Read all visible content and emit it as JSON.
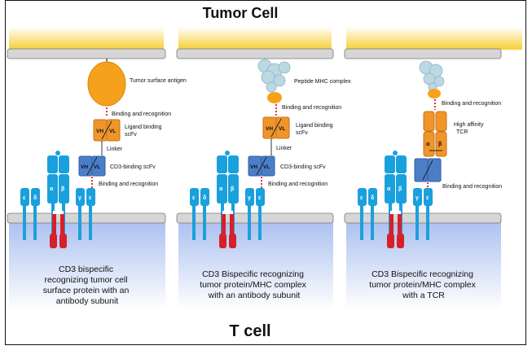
{
  "titles": {
    "tumor_cell": "Tumor Cell",
    "t_cell": "T cell"
  },
  "panels": [
    {
      "labels": {
        "antigen": "Tumor surface antigen",
        "binding_top": "Binding and recognition",
        "ligand_1": "Ligand binding",
        "ligand_2": "scFv",
        "linker": "Linker",
        "cd3_scfv": "CD3-binding scFv",
        "binding_bottom": "Binding and recognition"
      },
      "description": [
        "CD3 bispecific",
        "recognizing tumor cell",
        "surface protein with an",
        "antibody subunit"
      ]
    },
    {
      "labels": {
        "antigen": "Peptide MHC complex",
        "binding_top": "Binding and recognition",
        "ligand_1": "Ligand binding",
        "ligand_2": "scFv",
        "linker": "Linker",
        "cd3_scfv": "CD3-binding scFv",
        "binding_bottom": "Binding and recognition"
      },
      "description": [
        "CD3 Bispecific recognizing",
        "tumor protein/MHC complex",
        "with an antibody subunit"
      ]
    },
    {
      "labels": {
        "binding_top": "Binding and recognition",
        "tcr_1": "High affinity",
        "tcr_2": "TCR",
        "binding_bottom": "Binding and recognition"
      },
      "description": [
        "CD3 Bispecific recognizing",
        "tumor protein/MHC complex",
        "with a TCR"
      ]
    }
  ],
  "subunits": {
    "vh": "VH",
    "vl": "VL",
    "alpha": "α",
    "beta": "β",
    "epsilon": "ε",
    "delta": "δ",
    "gamma": "γ"
  },
  "colors": {
    "membrane_yellow": "#f7d23e",
    "antigen_orange": "#f6a11b",
    "scfv_orange": "#f0952a",
    "cd3_blue": "#4a7fc8",
    "tcr_blue": "#1aa0dc",
    "zap_red": "#d6202a",
    "mhc_teal": "#bcd8e2",
    "cytoplasm_blue": "#b9cbee"
  }
}
